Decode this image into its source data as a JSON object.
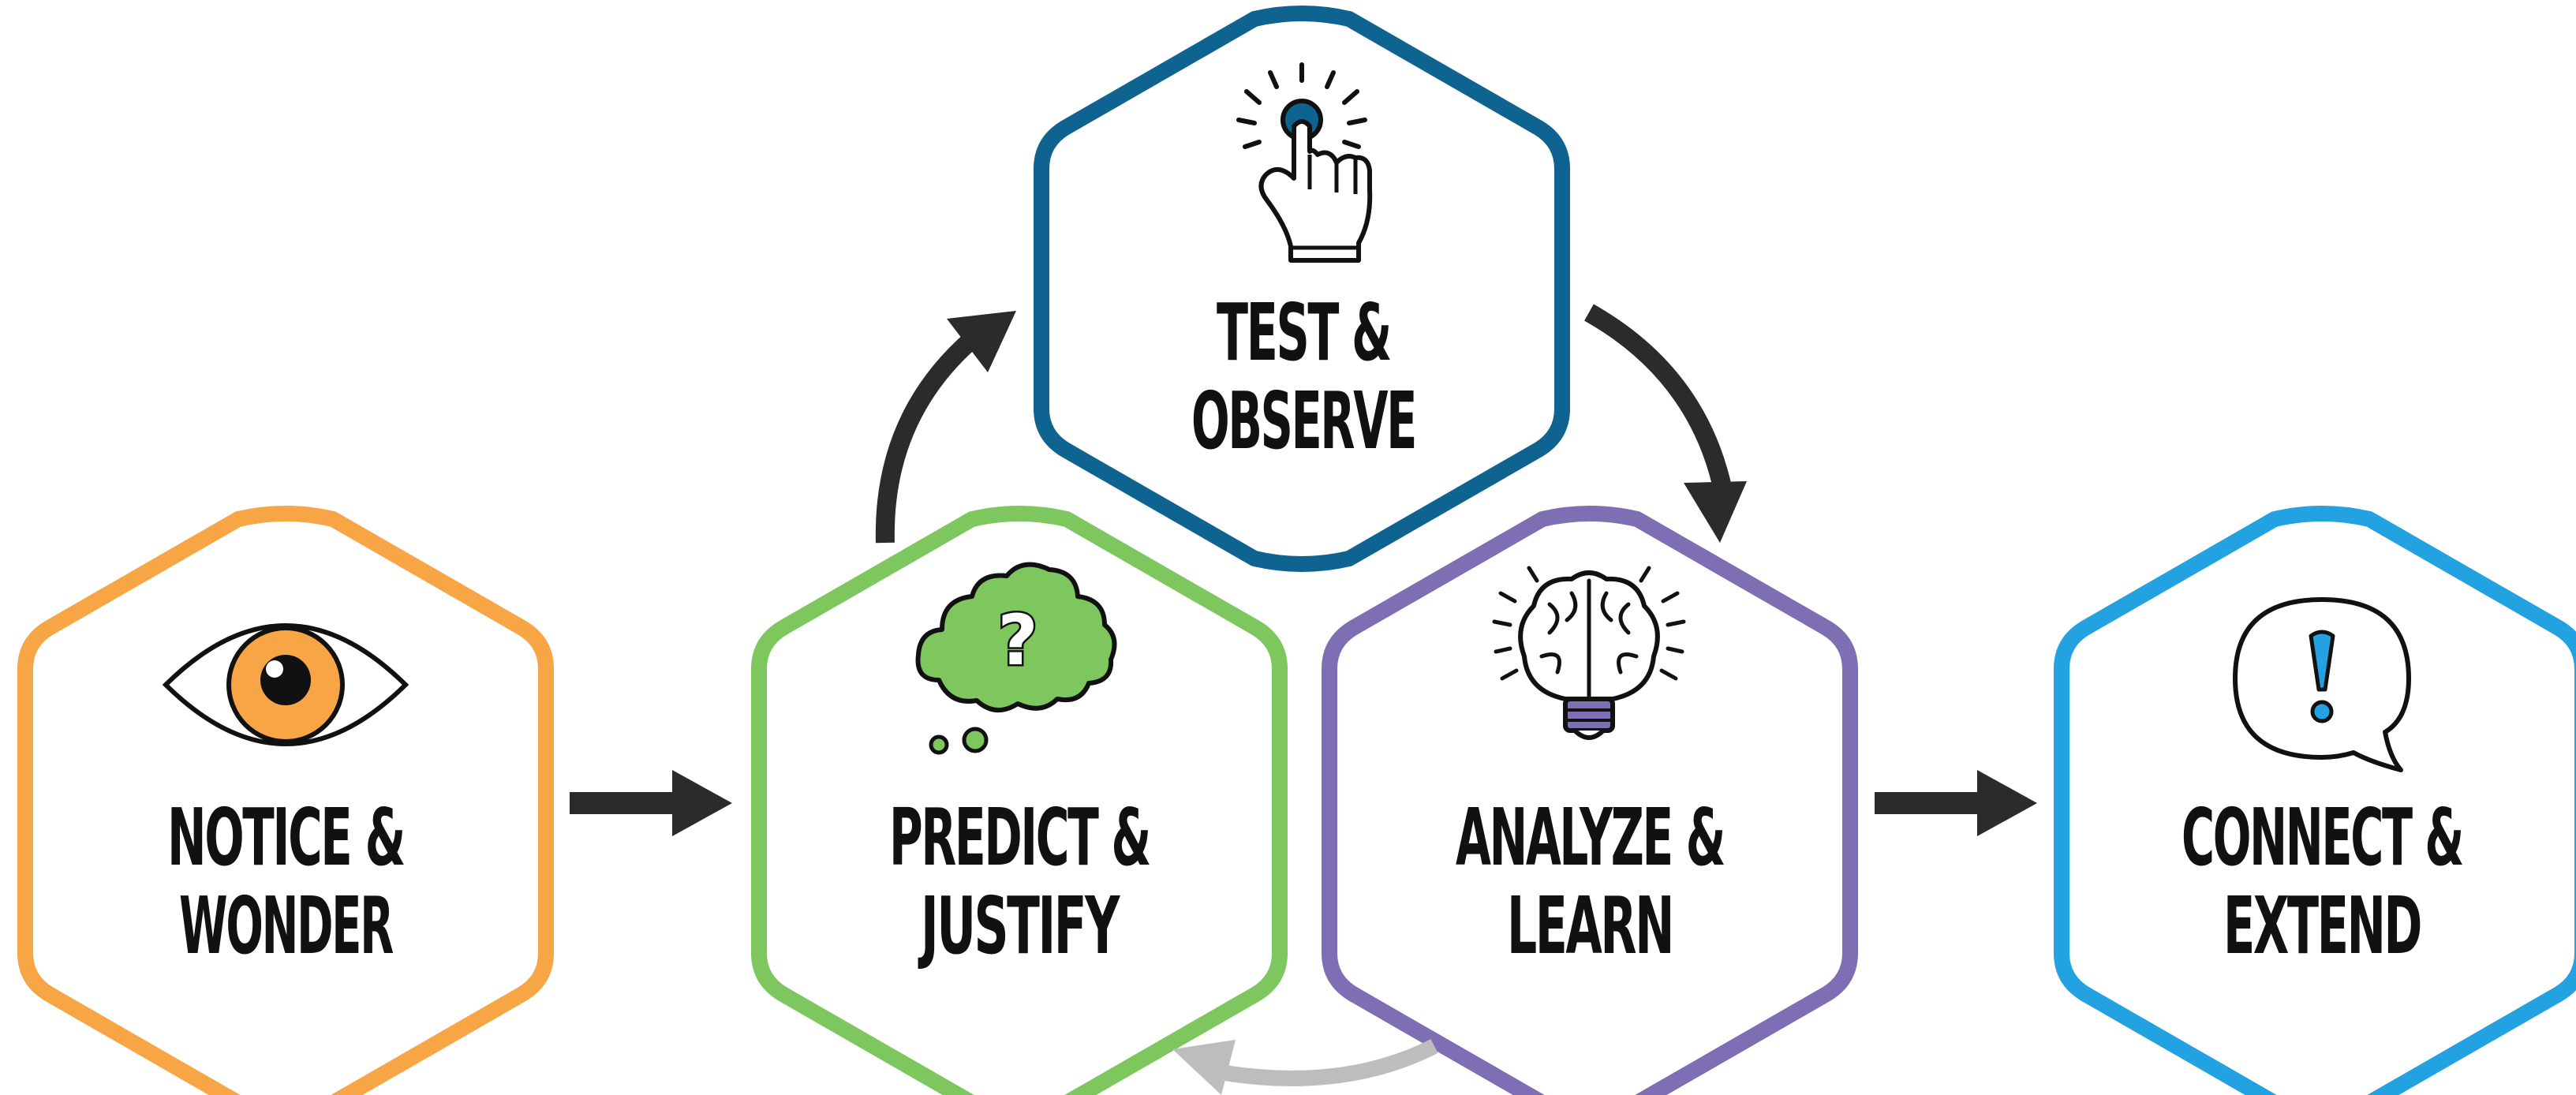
{
  "steps": [
    {
      "id": "notice",
      "line1": "NOTICE &",
      "line2": "WONDER",
      "color": "#F7A545",
      "icon": "eye-icon"
    },
    {
      "id": "predict",
      "line1": "PREDICT &",
      "line2": "JUSTIFY",
      "color": "#7DC75E",
      "icon": "thought-bubble-question-icon"
    },
    {
      "id": "test",
      "line1": "TEST &",
      "line2": "OBSERVE",
      "color": "#0F6390",
      "icon": "pointing-hand-icon"
    },
    {
      "id": "analyze",
      "line1": "ANALYZE &",
      "line2": "LEARN",
      "color": "#7E6FB4",
      "icon": "brain-lightbulb-icon"
    },
    {
      "id": "connect",
      "line1": "CONNECT &",
      "line2": "EXTEND",
      "color": "#22A2E0",
      "icon": "speech-bubble-exclamation-icon"
    }
  ],
  "arrow_colors": {
    "dark": "#2B2B2B",
    "light": "#BDBDBD"
  }
}
